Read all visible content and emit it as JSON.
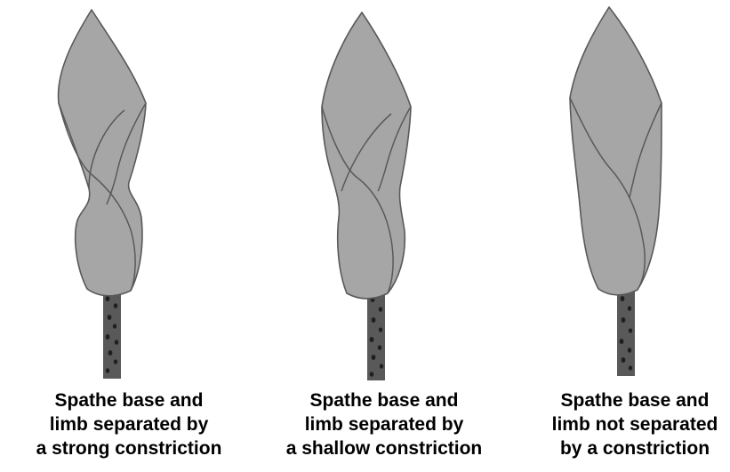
{
  "colors": {
    "spathe_fill": "#a6a6a6",
    "spathe_stroke": "#595959",
    "stalk_fill": "#595959",
    "stalk_dots": "#1f1f1f",
    "text": "#000000",
    "background": "#ffffff"
  },
  "panels": [
    {
      "caption_lines": [
        "Spathe base and",
        "limb separated by",
        "a strong constriction"
      ],
      "constriction": "strong"
    },
    {
      "caption_lines": [
        "Spathe base and",
        "limb separated by",
        "a shallow constriction"
      ],
      "constriction": "shallow"
    },
    {
      "caption_lines": [
        "Spathe base and",
        "limb not separated",
        "by a constriction"
      ],
      "constriction": "none"
    }
  ]
}
